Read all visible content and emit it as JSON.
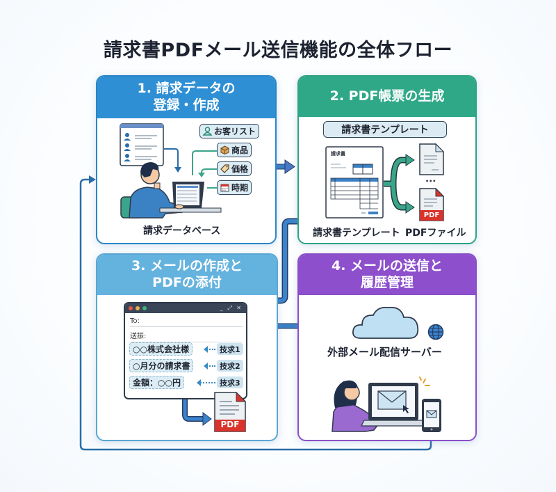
{
  "title": "請求書PDFメール送信機能の全体フロー",
  "colors": {
    "step1": "#2f8fd4",
    "step2": "#2fa888",
    "step3": "#64b2de",
    "step4": "#8d4fcc",
    "flow_arrow": "#3b7fc4",
    "pdf_red": "#d9332b"
  },
  "steps": [
    {
      "heading_line1": "1. 請求データの",
      "heading_line2": "登録・作成",
      "tags": [
        {
          "icon": "person-icon",
          "label": "お客リスト"
        },
        {
          "icon": "box-icon",
          "label": "商品"
        },
        {
          "icon": "price-tag-icon",
          "label": "価格"
        },
        {
          "icon": "calendar-icon",
          "label": "時期"
        }
      ],
      "caption": "請求データベース"
    },
    {
      "heading": "2. PDF帳票の生成",
      "template_label": "請求書テンプレート",
      "doc_title": "請求書",
      "caption_left": "請求書テンプレート",
      "caption_right": "PDFファイル",
      "pdf_badge": "PDF",
      "ellipsis": "•••"
    },
    {
      "heading_line1": "3. メールの作成と",
      "heading_line2": "PDFの添付",
      "mail": {
        "to_label": "To:",
        "subject_label": "送振:",
        "fields": [
          {
            "value": "○○株式会社様",
            "source": "技求1"
          },
          {
            "value": "○月分の請求書",
            "source": "技求2"
          },
          {
            "value": "金額：○○円",
            "source": "技求3"
          }
        ],
        "window_controls": "_ ⤢ ✕"
      },
      "pdf_badge": "PDF"
    },
    {
      "heading_line1": "4. メールの送信と",
      "heading_line2": "履歴管理",
      "server_caption": "外部メール配信サーバー"
    }
  ]
}
